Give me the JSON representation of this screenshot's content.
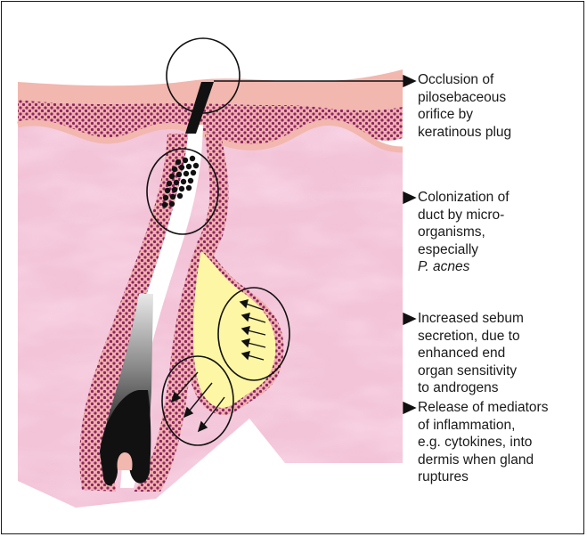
{
  "colors": {
    "dermis": "#f2c6d9",
    "epidermis": "#f4b8b0",
    "sebum": "#fdf6a4",
    "dots": "#8a2468",
    "line": "#111111"
  },
  "callouts": [
    {
      "id": "occlusion",
      "lines": [
        "Occlusion of",
        "pilosebaceous",
        "orifice by",
        "keratinous plug"
      ]
    },
    {
      "id": "colonization",
      "lines": [
        "Colonization of",
        "duct by micro-",
        "organisms,",
        "especially"
      ],
      "italic_line": "P. acnes"
    },
    {
      "id": "sebum",
      "lines": [
        "Increased sebum",
        "secretion, due to",
        "enhanced end",
        "organ sensitivity",
        "to androgens"
      ]
    },
    {
      "id": "mediators",
      "lines": [
        "Release of mediators",
        "of inflammation,",
        "e.g. cytokines, into",
        "dermis when gland",
        "ruptures"
      ]
    }
  ]
}
